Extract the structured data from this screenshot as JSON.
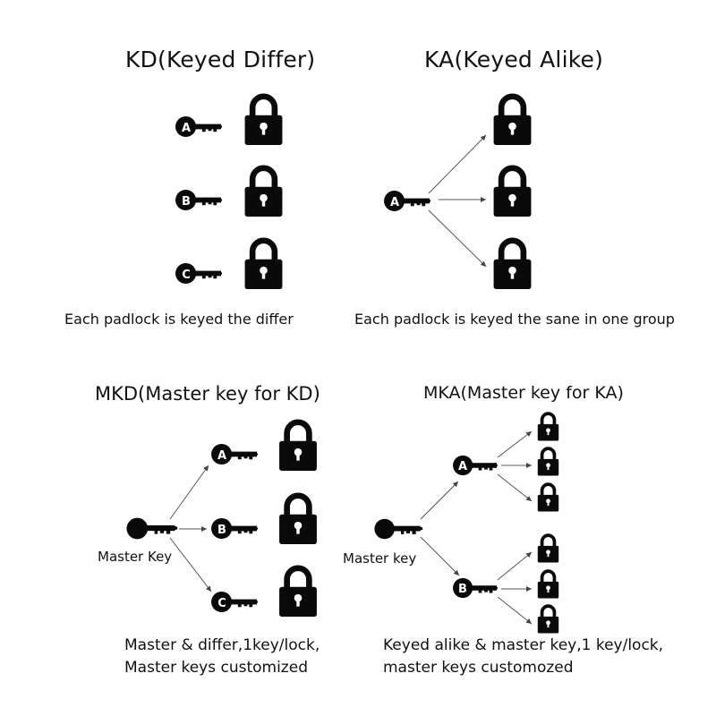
{
  "panels": {
    "kd": {
      "title": "KD(Keyed Differ)",
      "caption": "Each padlock is keyed the differ",
      "keys": [
        "A",
        "B",
        "C"
      ]
    },
    "ka": {
      "title": "KA(Keyed Alike)",
      "caption": "Each padlock is keyed the sane in one group",
      "key": "A"
    },
    "mkd": {
      "title": "MKD(Master key for KD)",
      "master_label": "Master Key",
      "keys": [
        "A",
        "B",
        "C"
      ],
      "caption_lines": [
        "Master & differ,1key/lock,",
        "Master keys customized"
      ]
    },
    "mka": {
      "title": "MKA(Master key for KA)",
      "master_label": "Master key",
      "keys": [
        "A",
        "B"
      ],
      "caption_lines": [
        "Keyed alike & master key,1 key/lock,",
        "master keys customozed"
      ]
    }
  },
  "colors": {
    "icon": "#0a0a0a",
    "arrow": "#555555",
    "background": "#ffffff"
  }
}
